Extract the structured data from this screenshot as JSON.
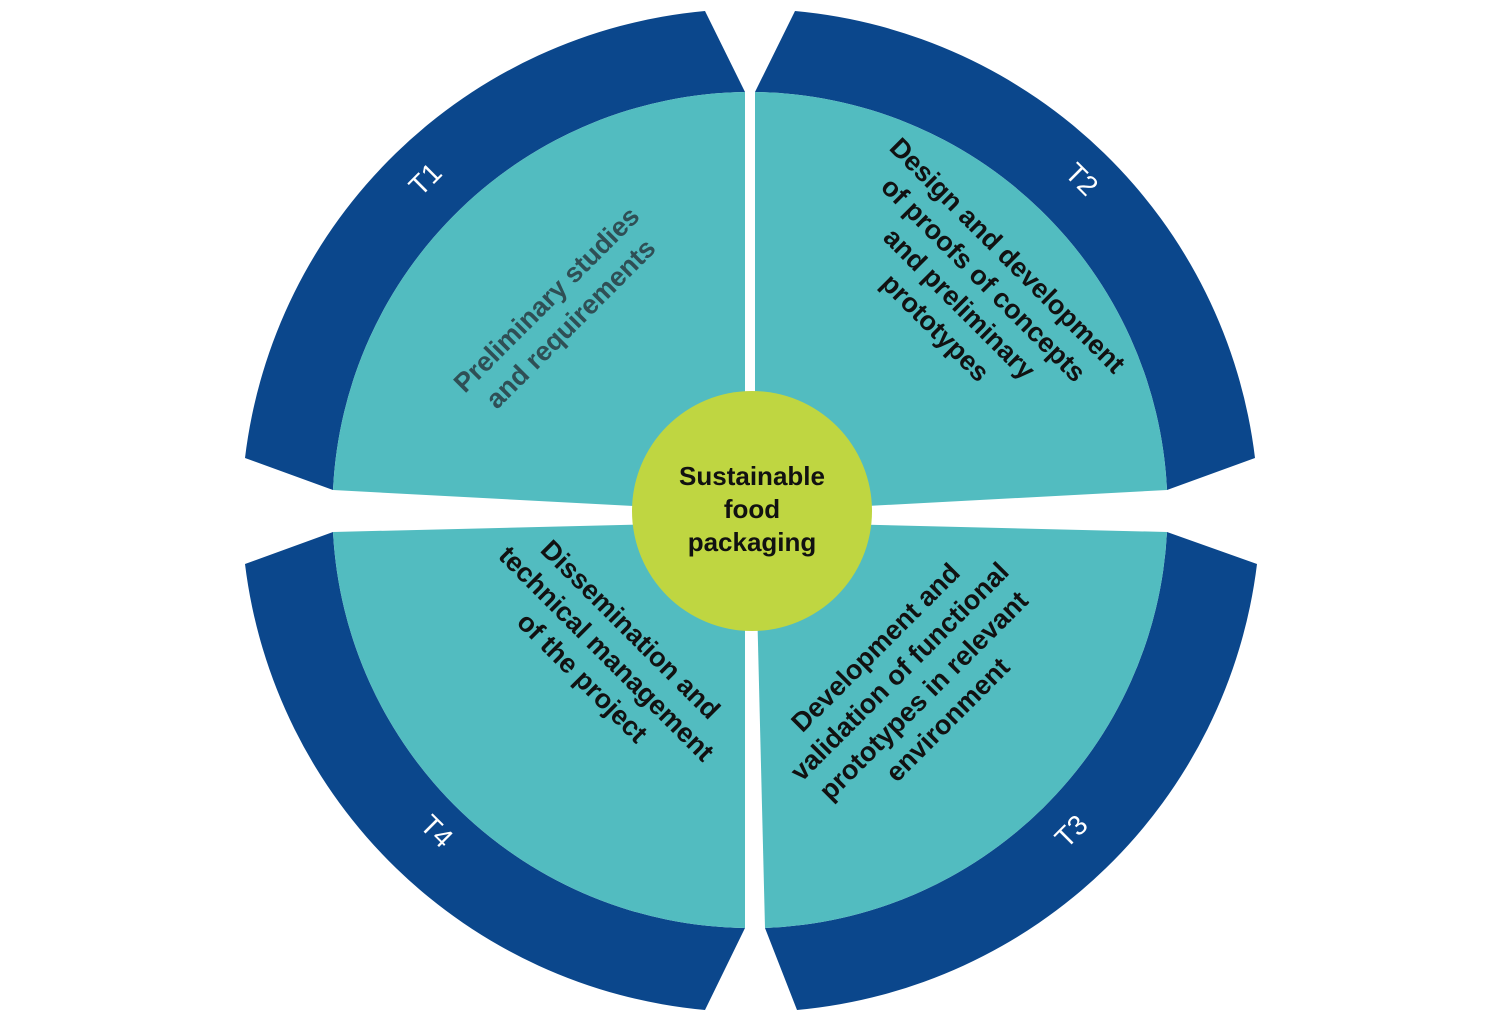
{
  "center": {
    "lines": [
      "Sustainable",
      "food",
      "packaging"
    ],
    "color": "#bfd641"
  },
  "colors": {
    "outer_ring": "#0b478c",
    "inner_sector": "#52bcc0",
    "task_text_dark": "#111111",
    "task_text_t1": "#2f4f55"
  },
  "tasks": [
    {
      "id": "T1",
      "lines": [
        "Preliminary studies",
        "and requirements"
      ]
    },
    {
      "id": "T2",
      "lines": [
        "Design and development",
        "of proofs of concepts",
        "and preliminary",
        "prototypes"
      ]
    },
    {
      "id": "T3",
      "lines": [
        "Development and",
        "validation of functional",
        "prototypes in relevant",
        "environment"
      ]
    },
    {
      "id": "T4",
      "lines": [
        "Dissemination and",
        "technical management",
        "of the project"
      ]
    }
  ]
}
